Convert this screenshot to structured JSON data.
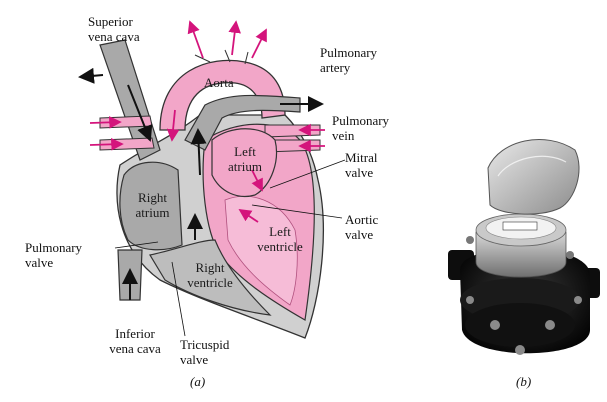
{
  "figure_a": {
    "caption": "(a)",
    "labels": {
      "superior_vena_cava": "Superior vena cava",
      "pulmonary_artery": "Pulmonary artery",
      "aorta": "Aorta",
      "pulmonary_vein": "Pulmonary vein",
      "left_atrium": "Left atrium",
      "mitral_valve": "Mitral valve",
      "right_atrium": "Right atrium",
      "aortic_valve": "Aortic valve",
      "left_ventricle": "Left ventricle",
      "pulmonary_valve": "Pulmonary valve",
      "right_ventricle": "Right ventricle",
      "inferior_vena_cava": "Inferior vena cava",
      "tricuspid_valve": "Tricuspid valve"
    }
  },
  "figure_b": {
    "caption": "(b)",
    "subject": "water-meter-photo"
  },
  "colors": {
    "pink": "#f2a6c8",
    "pink_dark": "#d9699d",
    "gray": "#a9a9a9",
    "gray_dark": "#6f6f6f",
    "arrow_magenta": "#d4147c"
  }
}
